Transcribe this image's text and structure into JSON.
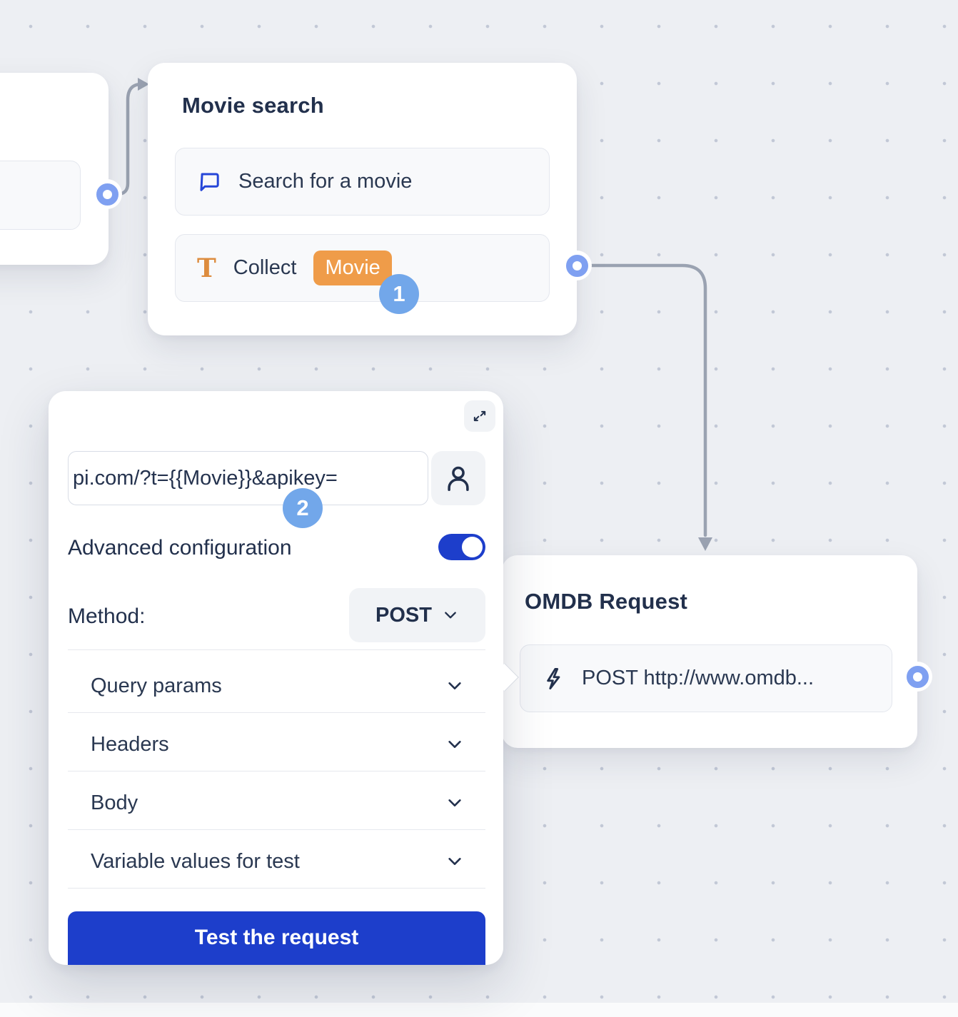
{
  "canvas": {
    "background": "#edeff3",
    "dot_color": "#c2c8d6"
  },
  "movie_node": {
    "title": "Movie search",
    "items": [
      {
        "icon": "chat-bubble-icon",
        "label": "Search for a movie"
      },
      {
        "icon": "text-field-icon",
        "label": "Collect",
        "chip": "Movie"
      }
    ]
  },
  "omdb_node": {
    "title": "OMDB Request",
    "items": [
      {
        "icon": "lightning-icon",
        "label": "POST http://www.omdb..."
      }
    ]
  },
  "config_panel": {
    "url_input": {
      "value": "pi.com/?t={{Movie}}&apikey="
    },
    "advanced_configuration": {
      "label": "Advanced configuration",
      "enabled": true
    },
    "method": {
      "label": "Method:",
      "value": "POST"
    },
    "sections": [
      {
        "label": "Query params"
      },
      {
        "label": "Headers"
      },
      {
        "label": "Body"
      },
      {
        "label": "Variable values for test"
      }
    ],
    "test_button_label": "Test the request"
  },
  "badges": {
    "step_1": "1",
    "step_2": "2"
  },
  "colors": {
    "accent_blue": "#1d3ecb",
    "badge_blue": "#72a7ea",
    "chip_orange": "#ef9c49",
    "icon_orange": "#dd8c3e",
    "icon_blue": "#2546d8",
    "port_ring": "#7fa0f1",
    "connector_gray": "#9aa2b1",
    "text_dark": "#22304c"
  }
}
